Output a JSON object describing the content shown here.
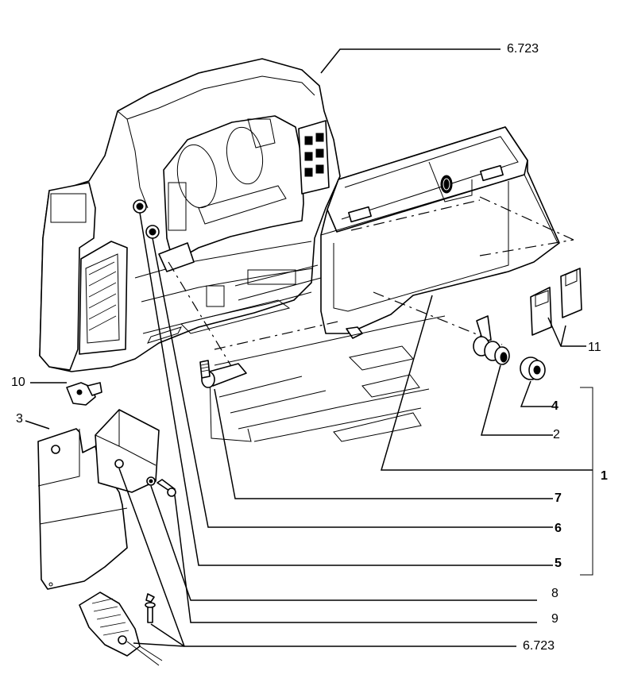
{
  "labels": {
    "ref_top": "6.723",
    "p10": "10",
    "p3": "3",
    "p11": "11",
    "p4": "4",
    "p2": "2",
    "p1": "1",
    "p7": "7",
    "p6": "6",
    "p5": "5",
    "p8": "8",
    "p9": "9",
    "ref_bottom": "6.723"
  },
  "icons": [
    "dashboard-shell",
    "glove-box-door",
    "hinge-pin",
    "lock-cylinder",
    "bushing",
    "rubber-buffer",
    "plug",
    "bracket",
    "screw",
    "washer"
  ]
}
